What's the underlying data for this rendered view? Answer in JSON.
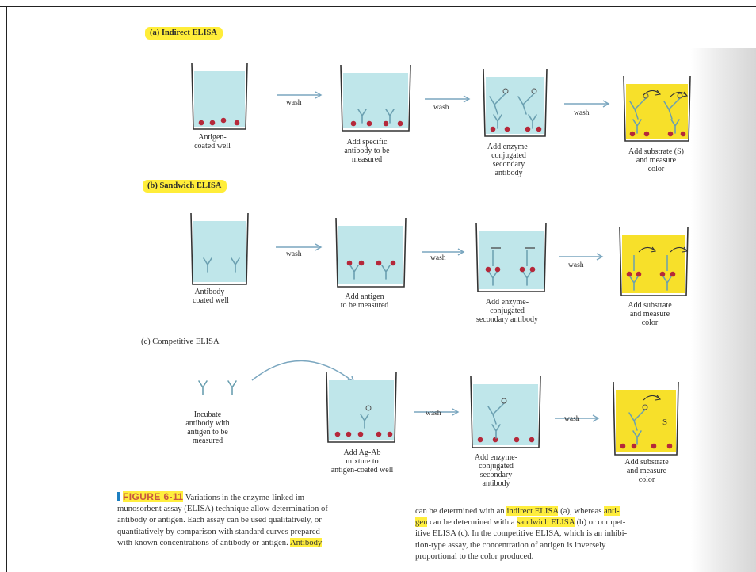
{
  "sections": {
    "a": {
      "label": "(a) Indirect ELISA"
    },
    "b": {
      "label": "(b) Sandwich ELISA"
    },
    "c": {
      "label": "(c) Competitive ELISA"
    }
  },
  "steps_a": [
    {
      "caption": [
        "Antigen-",
        "coated well"
      ]
    },
    {
      "caption": [
        "Add specific",
        "antibody to be",
        "measured"
      ]
    },
    {
      "caption": [
        "Add enzyme-",
        "conjugated",
        "secondary",
        "antibody"
      ]
    },
    {
      "caption": [
        "Add substrate (S)",
        "and measure",
        "color"
      ]
    }
  ],
  "steps_b": [
    {
      "caption": [
        "Antibody-",
        "coated well"
      ]
    },
    {
      "caption": [
        "Add antigen",
        "to be measured"
      ]
    },
    {
      "caption": [
        "Add enzyme-",
        "conjugated",
        "secondary antibody"
      ]
    },
    {
      "caption": [
        "Add substrate",
        "and measure",
        "color"
      ]
    }
  ],
  "steps_c": [
    {
      "caption": [
        "Incubate",
        "antibody with",
        "antigen to be",
        "measured"
      ]
    },
    {
      "caption": [
        "Add Ag-Ab",
        "mixture to",
        "antigen-coated well"
      ]
    },
    {
      "caption": [
        "Add enzyme-",
        "conjugated",
        "secondary",
        "antibody"
      ]
    },
    {
      "caption": [
        "Add substrate",
        "and measure",
        "color"
      ]
    }
  ],
  "wash_label": "wash",
  "substrate_symbol": "S",
  "colors": {
    "solution": "#bfe6ea",
    "substrate": "#f7e02a",
    "antigen": "#b5283a",
    "antibody": "#6a9fb0",
    "highlight": "#ffec28",
    "arrow": "#7aa6bf"
  },
  "figure_caption": {
    "head": "FIGURE 6-11",
    "left": {
      "p1": " Variations in the enzyme-linked im-",
      "p2": "munosorbent assay (ELISA) technique allow determination of",
      "p3": "antibody or antigen. Each assay can be used qualitatively, or",
      "p4": "quantitatively by comparison with standard curves prepared",
      "p5": "with known concentrations of antibody or antigen. ",
      "p5_hl": "Antibody"
    },
    "right": {
      "q1a": "can be determined with an ",
      "q1_hl": "indirect ELISA",
      "q1b": " (a), whereas ",
      "q1_hl2": "anti-",
      "q2_hl": "gen",
      "q2a": " can be determined with a ",
      "q2_hl2": "sandwich ELISA",
      "q2b": " (b) or compet-",
      "q3": "itive ELISA (c). In the competitive ELISA, which is an inhibi-",
      "q4": "tion-type assay, the concentration of antigen is inversely",
      "q5": "proportional to the color produced."
    }
  }
}
